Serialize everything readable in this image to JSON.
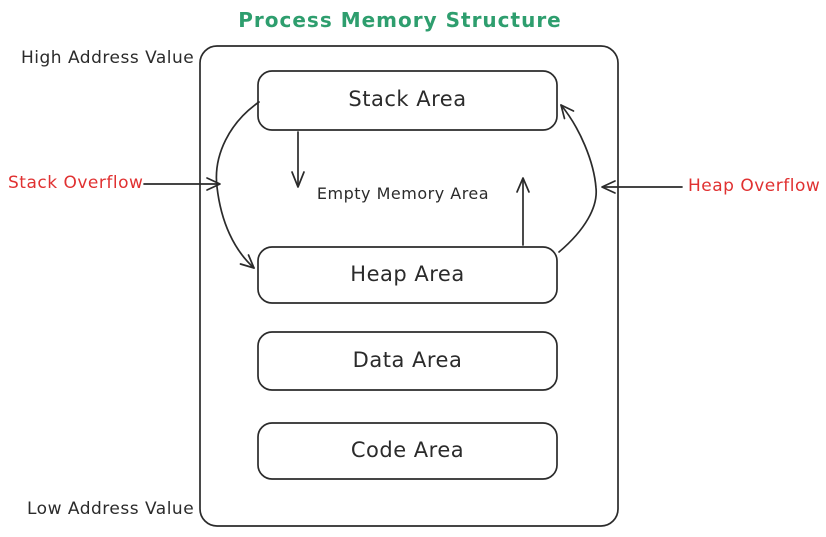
{
  "title": {
    "text": "Process Memory Structure",
    "color": "#2e9e6e"
  },
  "annotations": {
    "high_address": "High Address Value",
    "low_address": "Low Address Value",
    "empty_memory": "Empty Memory Area"
  },
  "overflow_labels": {
    "stack": "Stack Overflow",
    "heap": "Heap Overflow",
    "color": "#e03131"
  },
  "regions": [
    {
      "label": "Stack Area"
    },
    {
      "label": "Heap Area"
    },
    {
      "label": "Data Area"
    },
    {
      "label": "Code Area"
    }
  ],
  "colors": {
    "stroke": "#2b2b2b",
    "background": "#ffffff"
  }
}
